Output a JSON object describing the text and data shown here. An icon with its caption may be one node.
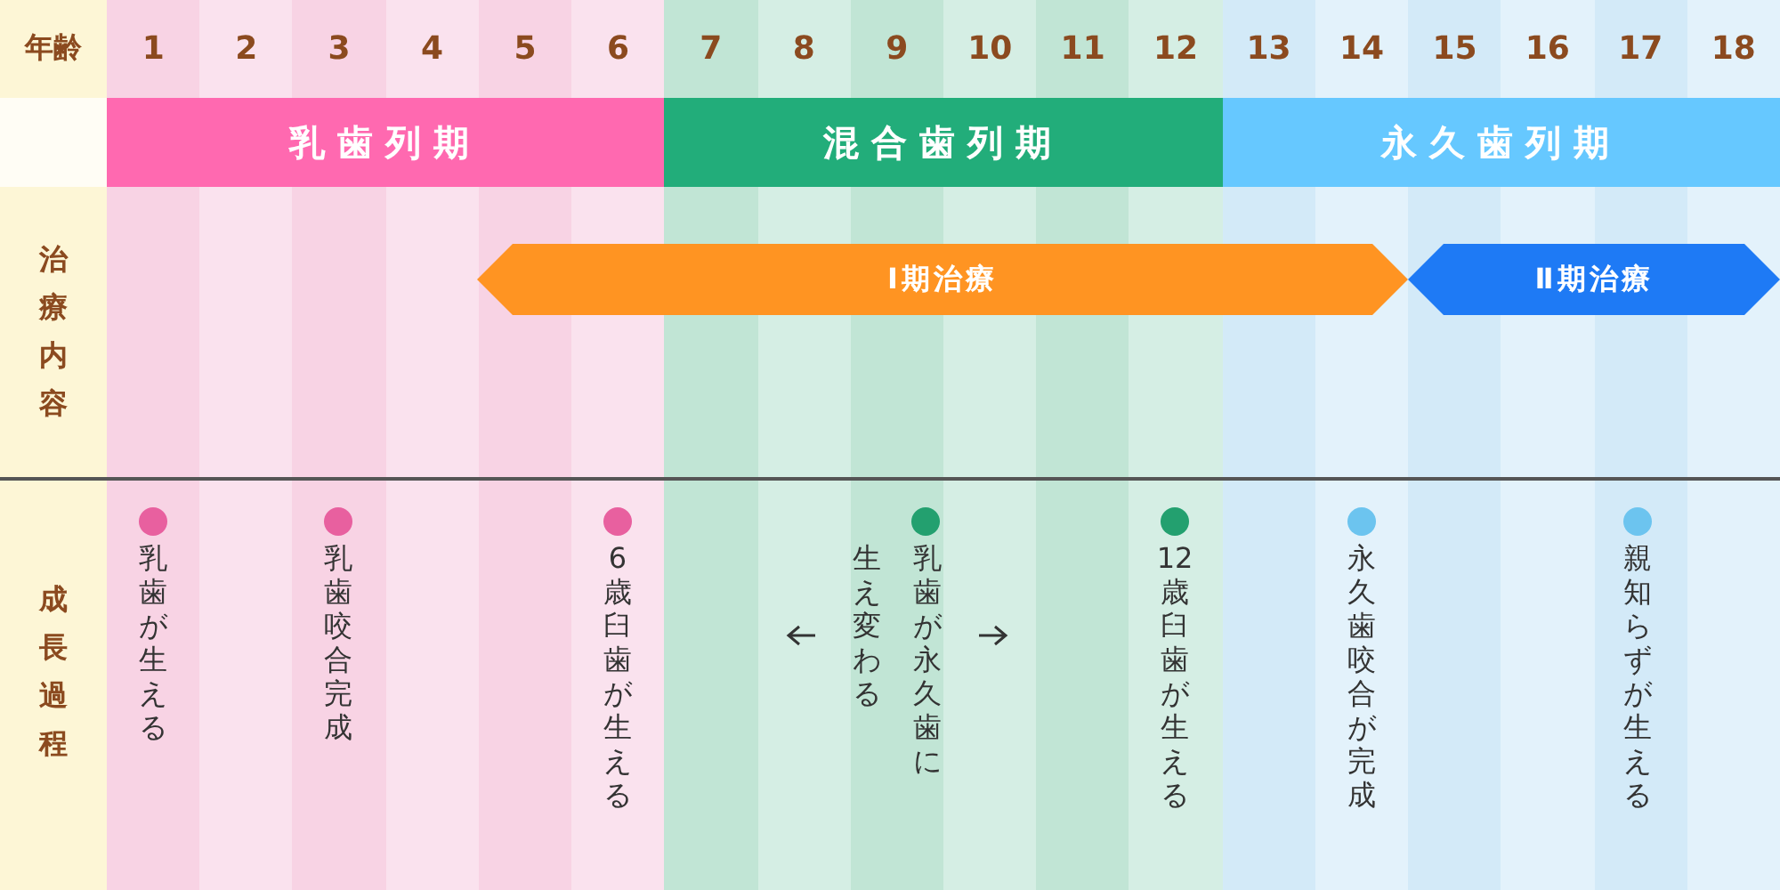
{
  "diagram": {
    "nodes": [
      {
        "text": [
          "乳歯列期"
        ]
      },
      {
        "text": [
          "混合歯列期"
        ]
      },
      {
        "text": [
          "永久歯列期"
        ]
      },
      {
        "text": [
          "Ⅰ期治療"
        ]
      },
      {
        "text": [
          "Ⅱ期治療"
        ]
      }
    ],
    "labels": [
      "年齢",
      "1",
      "2",
      "3",
      "4",
      "5",
      "6",
      "7",
      "8",
      "9",
      "10",
      "11",
      "12",
      "13",
      "14",
      "15",
      "16",
      "17",
      "18",
      "治療内容",
      "成長過程",
      "乳歯が生える",
      "乳歯咬合完成",
      "6歳臼歯が生える",
      "乳歯が永久歯に生え変わる",
      "12歳臼歯が生える",
      "永久歯咬合が完成",
      "親知らずが生える"
    ]
  }
}
